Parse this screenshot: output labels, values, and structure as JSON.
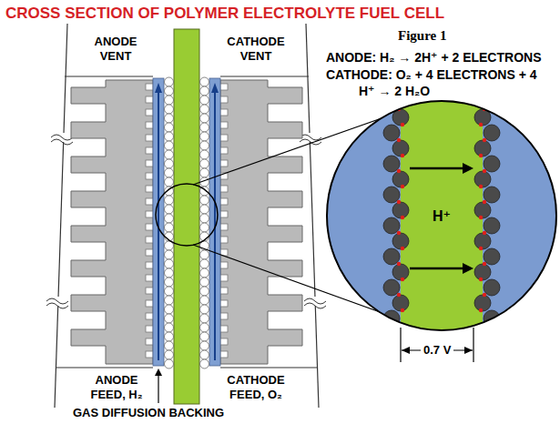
{
  "diagram": {
    "title": "CROSS SECTION OF POLYMER ELECTROLYTE FUEL CELL",
    "nodes": [
      {
        "text": [
          "H⁺"
        ]
      }
    ],
    "labels": [
      "Figure 1",
      "ANODE VENT",
      "CATHODE VENT",
      "ANODE: H₂ → 2H⁺ + 2 ELECTRONS",
      "CATHODE: O₂ + 4 ELECTRONS + 4 H⁺ → 2 H₂O",
      "0.7 V",
      "ANODE FEED, H₂",
      "CATHODE FEED, O₂",
      "GAS DIFFUSION BACKING"
    ]
  }
}
